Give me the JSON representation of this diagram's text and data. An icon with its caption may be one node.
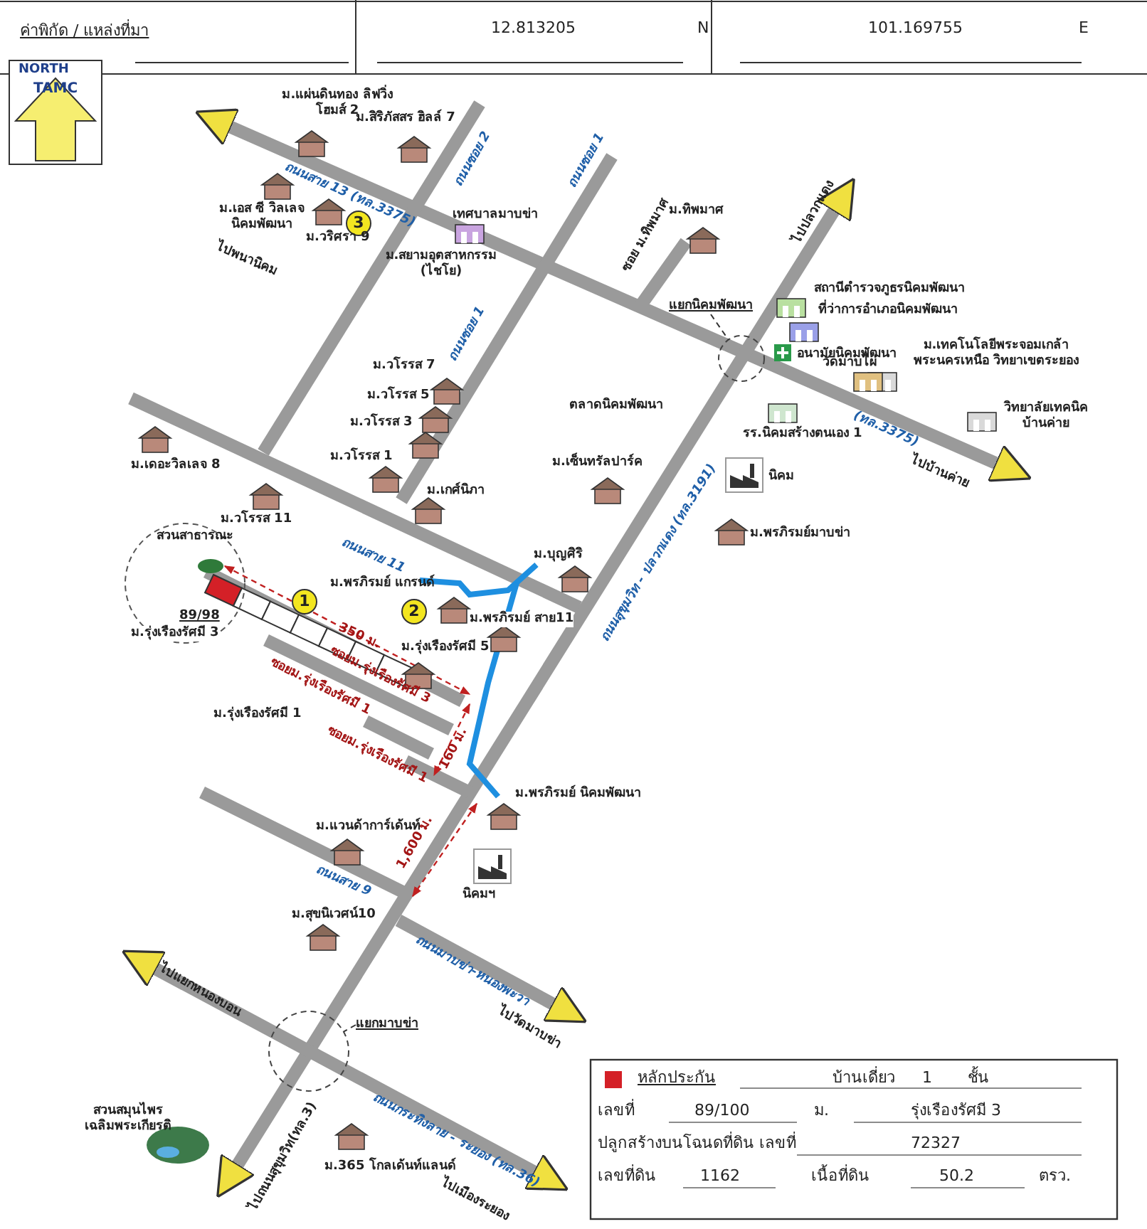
{
  "diagram": {
    "nodes": [
      {
        "text": [
          "แยกนิคมพัฒนา"
        ]
      },
      {
        "text": [],
        "shape": "circle"
      },
      {
        "text": [
          "แยกมาบข่า"
        ]
      },
      {
        "text": [],
        "shape": "circle"
      }
    ],
    "edges": [
      {
        "from": 0,
        "to": 1,
        "arrow": "none",
        "style": "dashed"
      },
      {
        "from": 2,
        "to": 3,
        "arrow": "none",
        "style": "dashed"
      }
    ],
    "labels": [
      "ค่าพิกัด / แหล่งที่มา",
      "12.813205",
      "N",
      "101.169755",
      "E",
      "NORTH",
      "TAMC",
      "ม.แผ่นดินทอง ลิฟวิ่ง โฮมส์ 2",
      "ม.สิริภัสสร ฮิลล์ 7",
      "ไปพนานิคม",
      "ถนนสาย 13 (ทล.3375)",
      "ถนนซอย 2",
      "ถนนซอย 1",
      "ม.เอส ซี วิลเลจ นิคมพัฒนา",
      "3",
      "ม.วริศรา 9",
      "เทศบาลมาบข่า",
      "ม.สยามอุตสาหกรรม (ไชโย)",
      "ม.ทิพมาศ",
      "ซอย ม.ทิพมาศ",
      "ไปปลวกแดง",
      "สถานีตำรวจภูธรนิคมพัฒนา",
      "ที่ว่าการอำเภอนิคมพัฒนา",
      "อนามัยนิคมพัฒนา",
      "วัดมาบไผ่",
      "ม.เทคโนโลยีพระจอมเกล้าพระนครเหนือ วิทยาเขตระยอง",
      "วิทยาลัยเทคนิคบ้านค่าย",
      "(ทล.3375)",
      "ไปบ้านค่าย",
      "ตลาดนิคมพัฒนา",
      "รร.นิคมสร้างตนเอง 1",
      "ถนนซอย 1",
      "ม.วโรรส 7",
      "ม.วโรรส 5",
      "ม.วโรรส 3",
      "ม.วโรรส 1",
      "ม.เดอะวิลเลจ 8",
      "ม.วโรรส 11",
      "ถนนสาย 11",
      "ม.เกศ์นิภา",
      "ม.เซ็นทรัลปาร์ค",
      "นิคม",
      "ถนนสุขุมวิท - ปลวกแดง (ทล.3191)",
      "ม.พรภิรมย์มาบข่า",
      "ม.บุญศิริ",
      "สวนสาธารณะ",
      "89/98",
      "ม.รุ่งเรืองรัศมี 3",
      "1",
      "ม.พรภิรมย์ แกรนด์",
      "2",
      "ม.พรภิรมย์ สาย11",
      "350 ม.",
      "ม.รุ่งเรืองรัศมี 5",
      "ซอยม.รุ่งเรืองรัศมี 3",
      "ซอยม.รุ่งเรืองรัศมี 1",
      "ม.รุ่งเรืองรัศมี 1",
      "ซอยม.รุ่งเรืองรัศมี 1",
      "160 ม.",
      "ม.พรภิรมย์ นิคมพัฒนา",
      "ม.แวนด้าการ์เด้นท์",
      "ถนนสาย 9",
      "1,600 ม.",
      "นิคมฯ",
      "ม.สุขนิเวศน์10",
      "ถนนมาบข่า-หนองพะวา",
      "ไปวัดมาบข่า",
      "ไปแยกหนองบอน",
      "ถนนกระทิงลาย - ระยอง (ทล.36)",
      "สวนสมุนไพรเฉลิมพระเกียรติ",
      "ไปถนนสุขุมวิท(ทล.3)",
      "ม.365 โกลเด้นท์แลนด์",
      "ไปเมืองระยอง",
      "บ้านเดี่ยว",
      "1",
      "ชั้น",
      "เลขที่",
      "89/100",
      "ม.",
      "รุ่งเรืองรัศมี 3",
      "ปลูกสร้างบนโฉนดที่ดิน เลขที่",
      "72327",
      "เลขที่ดิน",
      "1162",
      "เนื้อที่ดิน",
      "50.2",
      "ตรว."
    ],
    "legend": [
      {
        "text": "หลักประกัน",
        "color": "#d42027"
      }
    ]
  }
}
